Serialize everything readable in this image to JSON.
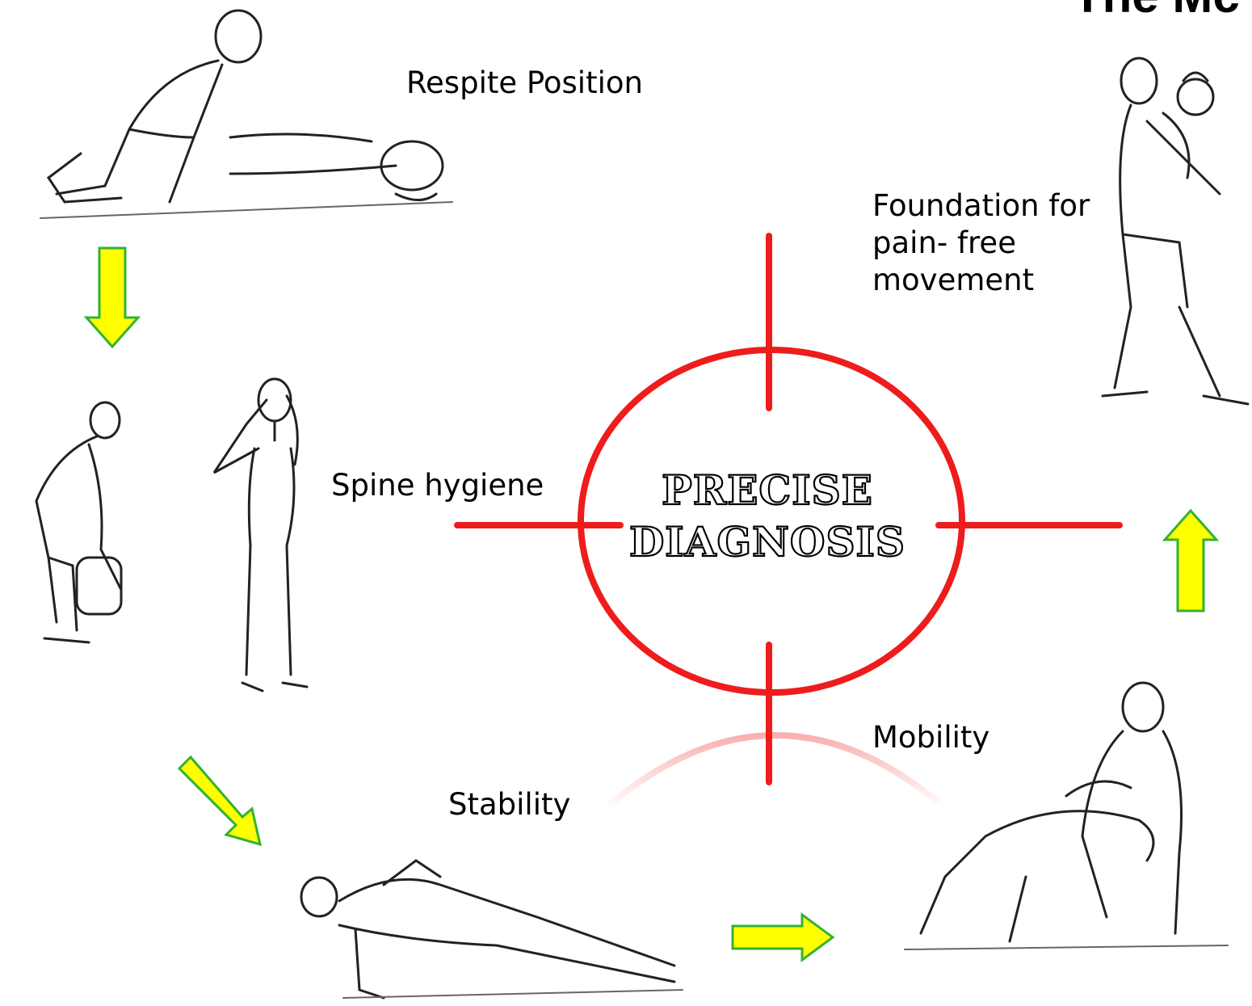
{
  "title_partial": "The Mc",
  "center": {
    "line1": "PRECISE",
    "line2": "DIAGNOSIS"
  },
  "labels": {
    "respite": "Respite Position",
    "spine": "Spine hygiene",
    "stability": "Stability",
    "mobility": "Mobility",
    "foundation_1": "Foundation for",
    "foundation_2": "pain- free",
    "foundation_3": "movement"
  },
  "colors": {
    "target": "#ee1c1c",
    "arrow_fill": "#ffff00",
    "arrow_stroke": "#33b233"
  }
}
